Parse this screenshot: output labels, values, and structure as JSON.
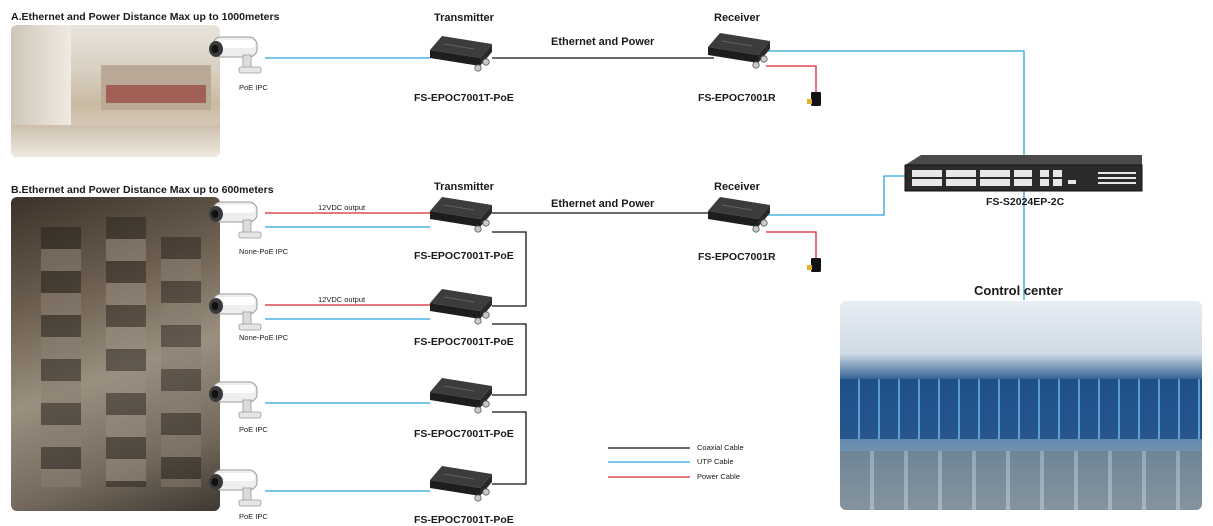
{
  "section_a": {
    "title": "A.Ethernet and Power Distance Max up to 1000meters",
    "camera_label": "PoE IPC",
    "transmitter_header": "Transmitter",
    "transmitter_model": "FS-EPOC7001T-PoE",
    "link_label": "Ethernet and Power",
    "receiver_header": "Receiver",
    "receiver_model": "FS-EPOC7001R"
  },
  "section_b": {
    "title": "B.Ethernet and Power Distance Max up to 600meters",
    "transmitter_header": "Transmitter",
    "link_label": "Ethernet and Power",
    "receiver_header": "Receiver",
    "receiver_model": "FS-EPOC7001R",
    "rows": [
      {
        "camera_label": "None-PoE IPC",
        "power_label": "12VDC output",
        "transmitter_model": "FS-EPOC7001T-PoE"
      },
      {
        "camera_label": "None-PoE IPC",
        "power_label": "12VDC output",
        "transmitter_model": "FS-EPOC7001T-PoE"
      },
      {
        "camera_label": "PoE IPC",
        "power_label": "",
        "transmitter_model": "FS-EPOC7001T-PoE"
      },
      {
        "camera_label": "PoE IPC",
        "power_label": "",
        "transmitter_model": "FS-EPOC7001T-PoE"
      }
    ]
  },
  "switch": {
    "model": "FS-S2024EP-2C"
  },
  "control_center": {
    "title": "Control center"
  },
  "legend": [
    {
      "label": "Coaxial Cable",
      "color": "#111111"
    },
    {
      "label": "UTP Cable",
      "color": "#29a3dc"
    },
    {
      "label": "Power Cable",
      "color": "#d62631"
    }
  ],
  "colors": {
    "coax": "#111111",
    "utp": "#29a3dc",
    "power": "#d62631"
  }
}
